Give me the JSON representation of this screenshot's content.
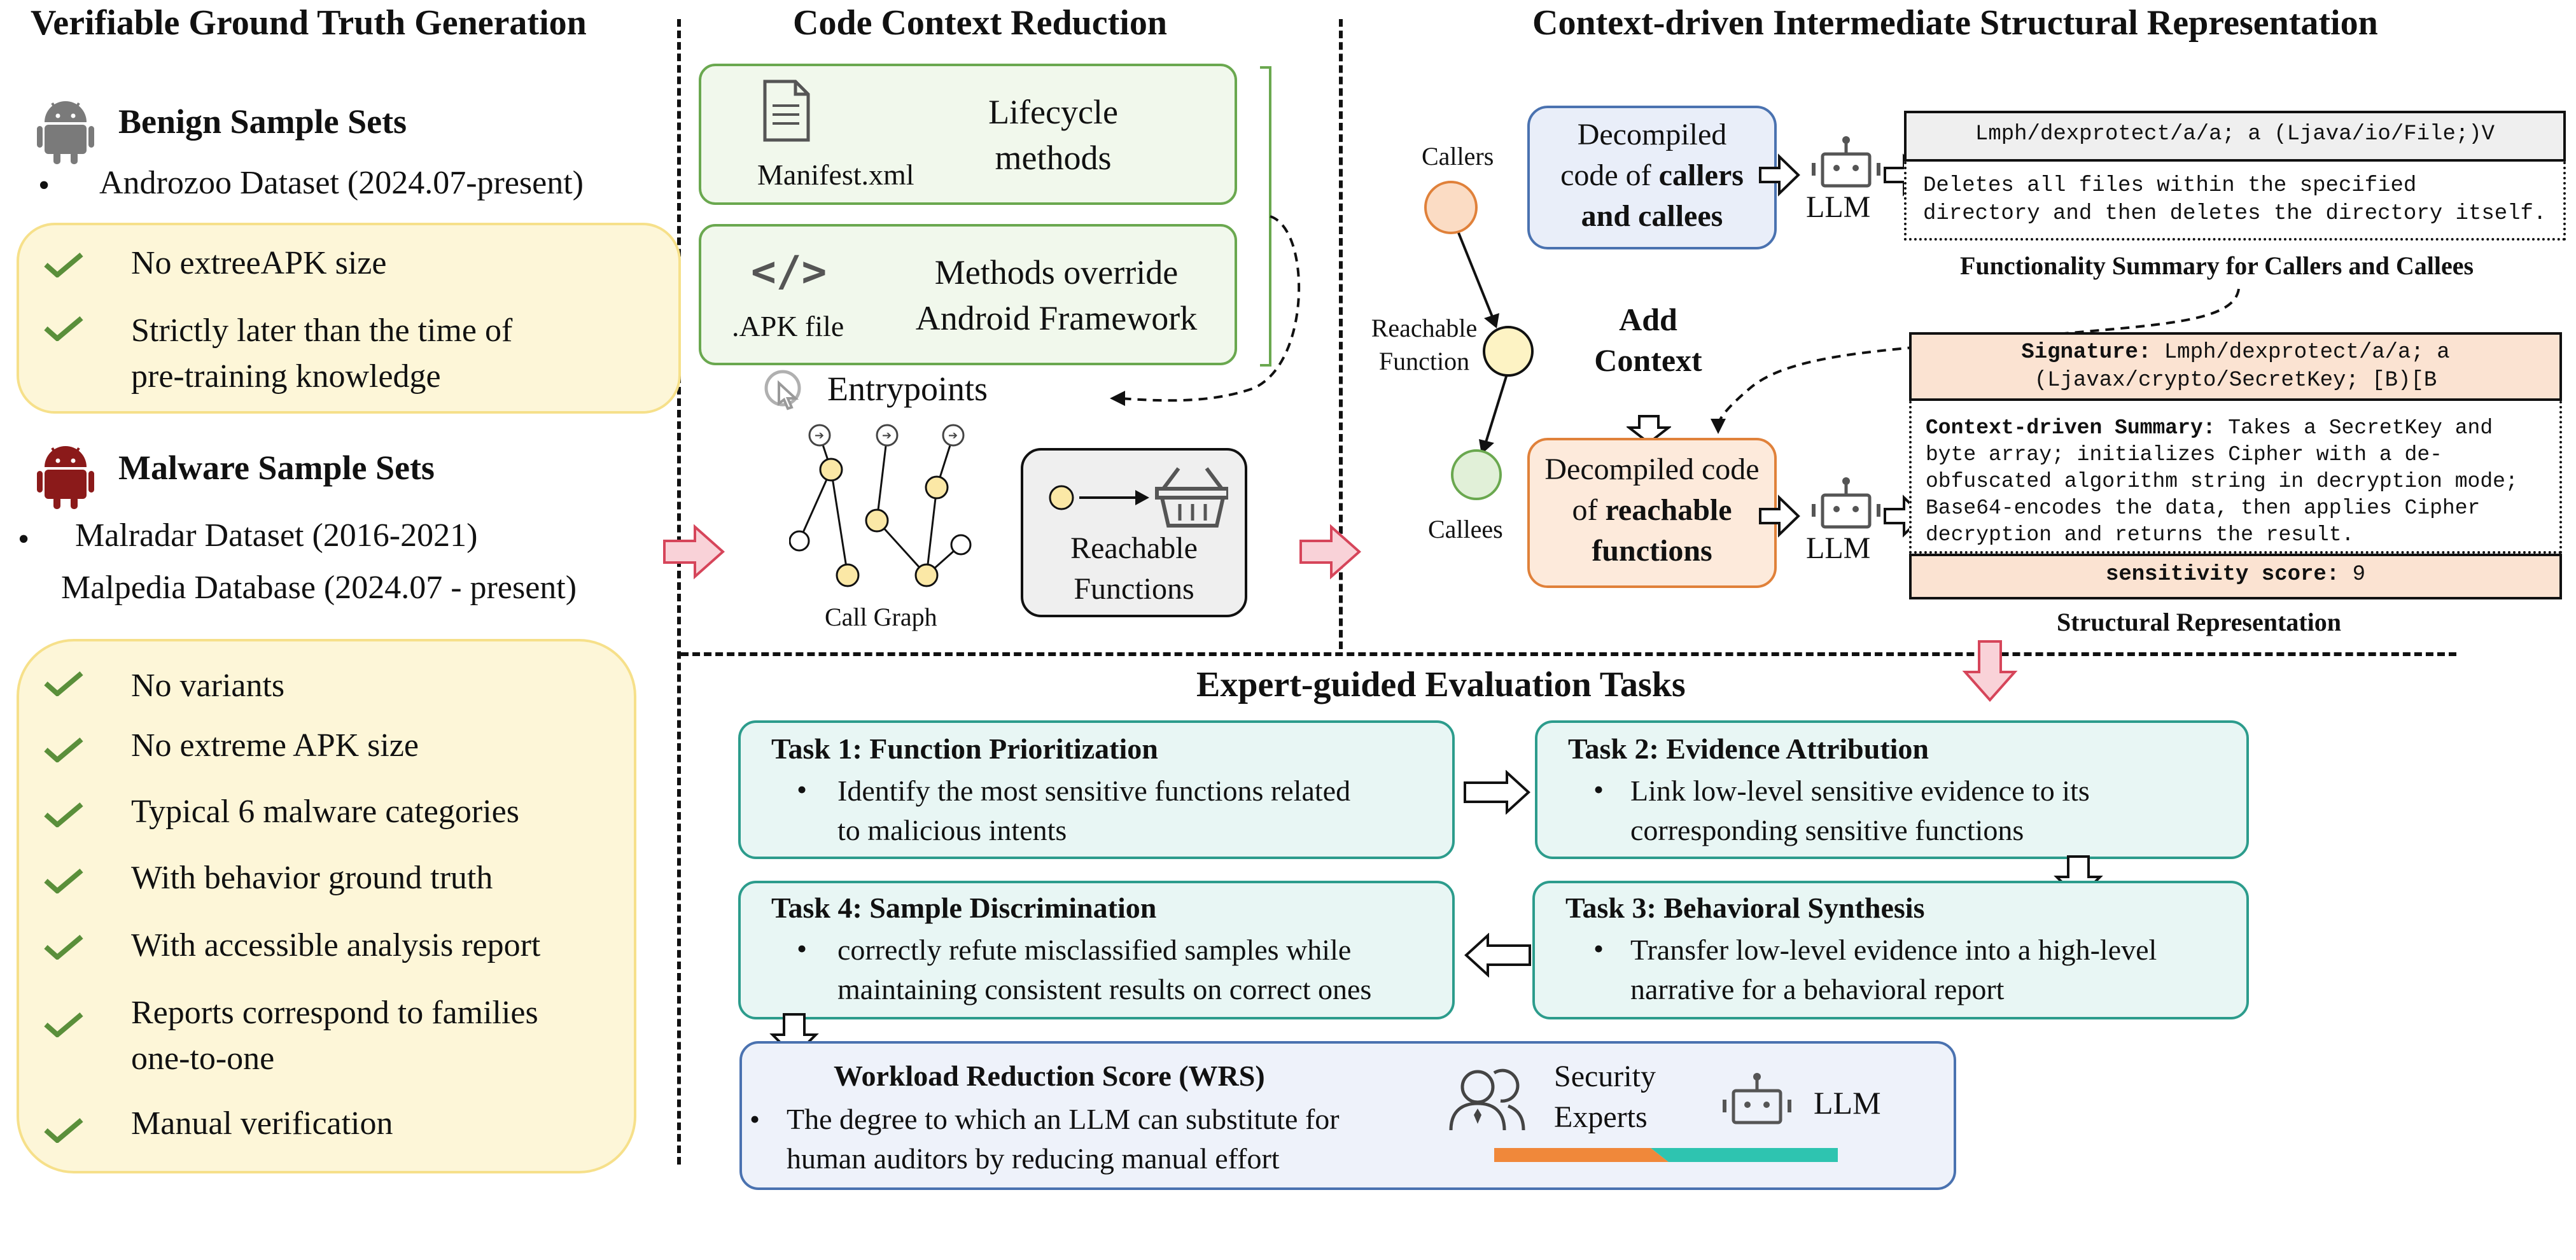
{
  "sections": {
    "ground_truth": {
      "title": "Verifiable Ground Truth Generation",
      "benign": {
        "title": "Benign Sample Sets",
        "dataset": "Androzoo Dataset (2024.07-present)",
        "criteria": [
          "No extreeAPK size",
          "Strictly later than the time of",
          "pre-training knowledge"
        ]
      },
      "malware": {
        "title": "Malware Sample Sets",
        "datasets": [
          "Malradar Dataset (2016-2021)",
          "Malpedia Database (2024.07 - present)"
        ],
        "criteria": [
          "No variants",
          "No extreme APK size",
          "Typical 6 malware categories",
          "With behavior ground truth",
          "With accessible analysis report",
          "Reports correspond to families",
          "one-to-one",
          "Manual verification"
        ]
      }
    },
    "reduction": {
      "title": "Code Context Reduction",
      "manifest_label": "Manifest.xml",
      "lifecycle": [
        "Lifecycle",
        "methods"
      ],
      "apk_label": ".APK file",
      "override": [
        "Methods override",
        "Android Framework"
      ],
      "entrypoints": "Entrypoints",
      "call_graph": "Call Graph",
      "reachable": [
        "Reachable",
        "Functions"
      ]
    },
    "representation": {
      "title": "Context-driven Intermediate Structural Representation",
      "callers": "Callers",
      "reachable_function": [
        "Reachable",
        "Function"
      ],
      "callees": "Callees",
      "add_context": [
        "Add",
        "Context"
      ],
      "decompiled_callers": [
        "Decompiled",
        "code of ",
        "callers",
        "and callees"
      ],
      "decompiled_reachable": [
        "Decompiled code",
        "of ",
        "reachable",
        "functions"
      ],
      "llm": "LLM",
      "summary_header": "Lmph/dexprotect/a/a; a (Ljava/io/File;)V",
      "summary_body": [
        "Deletes all files within the specified",
        "directory and then deletes the directory itself."
      ],
      "summary_caption": "Functionality Summary for Callers and Callees",
      "signature_label": "Signature:",
      "signature_value": [
        " Lmph/dexprotect/a/a; a",
        "(Ljavax/crypto/SecretKey; [B)[B"
      ],
      "context_label": "Context-driven Summary:",
      "context_lines": [
        " Takes a SecretKey and",
        "byte array; initializes Cipher with a de-",
        "obfuscated algorithm string in decryption mode;",
        "Base64-encodes the data, then applies Cipher",
        "decryption and returns the result."
      ],
      "sensitivity_label": "sensitivity score:",
      "sensitivity_value": " 9",
      "structural_caption": "Structural Representation"
    },
    "evaluation": {
      "title": "Expert-guided Evaluation Tasks",
      "task1": {
        "title": "Task 1: Function Prioritization",
        "lines": [
          "Identify the most sensitive functions related",
          "to malicious intents"
        ]
      },
      "task2": {
        "title": "Task 2: Evidence Attribution",
        "lines": [
          "Link low-level sensitive evidence to its",
          "corresponding sensitive functions"
        ]
      },
      "task3": {
        "title": "Task 3: Behavioral Synthesis",
        "lines": [
          "Transfer low-level evidence into a high-level",
          "narrative for a behavioral report"
        ]
      },
      "task4": {
        "title": "Task 4: Sample Discrimination",
        "lines": [
          "correctly refute misclassified samples while",
          "maintaining consistent results on correct ones"
        ]
      },
      "wrs": {
        "title": "Workload Reduction Score (WRS)",
        "lines": [
          "The degree to which an LLM can substitute for",
          "human auditors by reducing manual effort"
        ]
      },
      "security_experts": [
        "Security",
        "Experts"
      ],
      "llm": "LLM"
    }
  },
  "colors": {
    "green_border": "#6aa84f",
    "yellow_fill": "#fdf6d8",
    "teal_border": "#2c9c8c",
    "blue_border": "#4a72b0",
    "orange_border": "#e0813a",
    "pink_arrow": "#e26b7a",
    "wrs_orange": "#f0883a",
    "wrs_teal": "#2ec4b0"
  }
}
